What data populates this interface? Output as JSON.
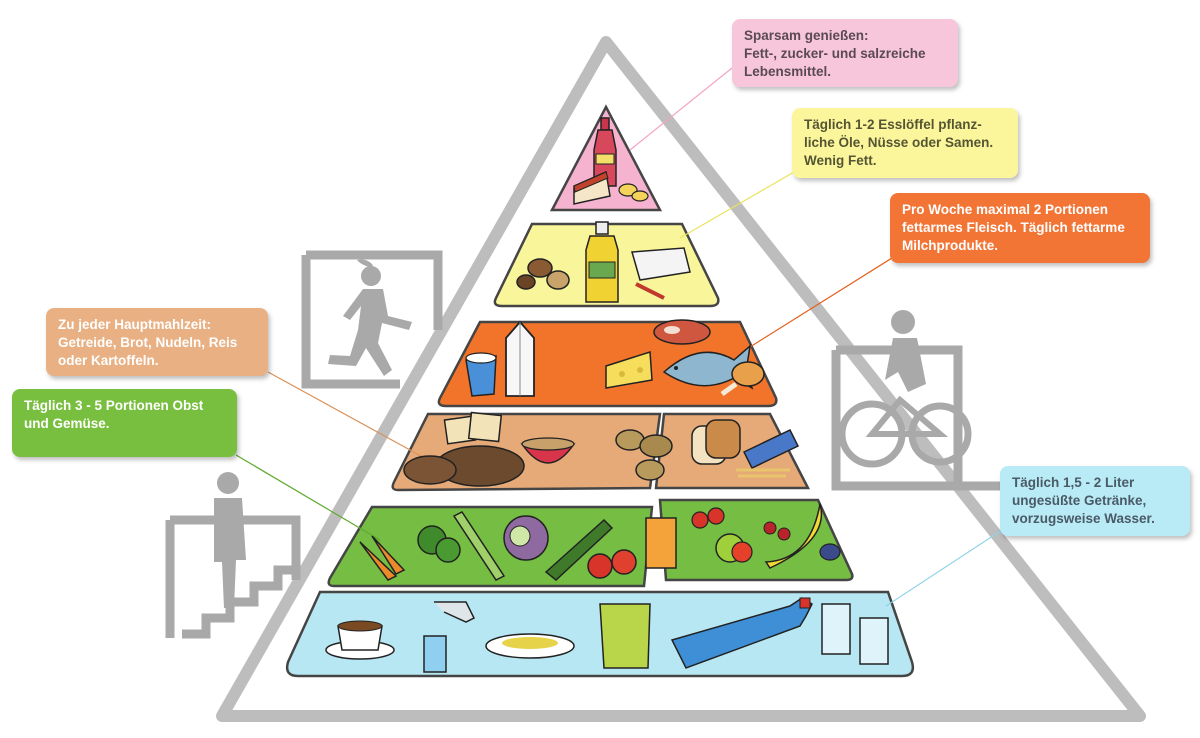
{
  "colors": {
    "outline": "#bdbdbd",
    "tier_sweets": "#f6b3cf",
    "tier_oils": "#f9f59a",
    "tier_meat_dairy": "#f2742a",
    "tier_grains": "#e6a978",
    "tier_fruit_veg": "#75bd43",
    "tier_drinks": "#b6e7f2",
    "figure_gray": "#a9a9a9"
  },
  "callouts": {
    "sweets": {
      "lines": [
        "Sparsam genießen:",
        "Fett-, zucker- und salzreiche",
        "Lebensmittel."
      ],
      "bg": "#f8c6db",
      "text_color": "#5a4a52",
      "leader_color": "#f4a3c5"
    },
    "oils": {
      "lines": [
        "Täglich 1-2 Esslöffel pflanz-",
        "liche Öle, Nüsse oder Samen.",
        "Wenig Fett."
      ],
      "bg": "#fbf69c",
      "text_color": "#555533",
      "leader_color": "#e9e35c"
    },
    "meat_dairy": {
      "lines": [
        "Pro Woche maximal 2 Portionen",
        "fettarmes Fleisch. Täglich fettarme",
        "Milchprodukte."
      ],
      "bg": "#f27536",
      "text_color": "#ffffff",
      "leader_color": "#e4611d"
    },
    "grains": {
      "lines": [
        "Zu jeder Hauptmahlzeit:",
        "Getreide, Brot, Nudeln, Reis",
        "oder Kartoffeln."
      ],
      "bg": "#e8b083",
      "text_color": "#ffffff",
      "leader_color": "#d9935c"
    },
    "fruit_veg": {
      "lines": [
        "Täglich 3 - 5 Portionen Obst",
        "und Gemüse."
      ],
      "bg": "#79bf3f",
      "text_color": "#ffffff",
      "leader_color": "#5fa92e"
    },
    "drinks": {
      "lines": [
        "Täglich 1,5 - 2 Liter",
        "ungesüßte Getränke,",
        "vorzugsweise Wasser."
      ],
      "bg": "#b8ebf6",
      "text_color": "#4a5a66",
      "leader_color": "#8fd3ea"
    }
  },
  "icons": {
    "sweets": [
      "soda-bottle-icon",
      "cake-slice-icon",
      "chips-icon"
    ],
    "oils": [
      "nuts-icon",
      "oil-bottle-icon",
      "butter-dish-icon"
    ],
    "meat_dairy": [
      "yogurt-cup-icon",
      "milk-carton-icon",
      "cheese-icon",
      "steak-icon",
      "fish-icon",
      "chicken-leg-icon"
    ],
    "grains": [
      "crackers-icon",
      "bread-loaf-icon",
      "cereal-bowl-icon",
      "potatoes-icon",
      "sliced-bread-icon",
      "pasta-icon"
    ],
    "fruit_veg": [
      "carrots-icon",
      "broccoli-icon",
      "leek-icon",
      "lettuce-icon",
      "zucchini-icon",
      "tomato-icon",
      "juice-glass-icon",
      "strawberries-icon",
      "apple-icon",
      "cherries-icon",
      "banana-icon",
      "plums-icon"
    ],
    "drinks": [
      "coffee-cup-icon",
      "faucet-icon",
      "soup-plate-icon",
      "tea-pitcher-icon",
      "water-bottle-icon",
      "water-glasses-icon"
    ],
    "activity": [
      "runner-icon",
      "cyclist-icon",
      "stairs-walker-icon"
    ]
  }
}
